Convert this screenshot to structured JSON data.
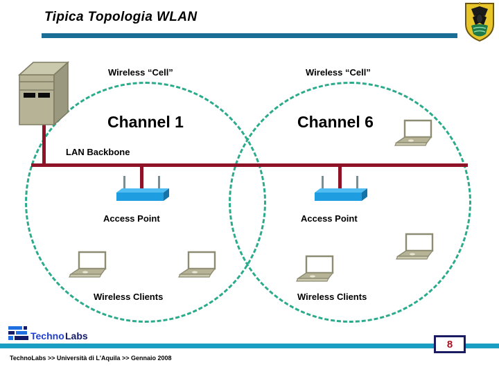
{
  "slide": {
    "title": "Tipica Topologia WLAN",
    "page_number": "8",
    "accent_bar_color": "#1a6d94",
    "footer_bar_color": "#1a9ec4",
    "cell_circle_color": "#2bab8c",
    "wire_color": "#8e1327",
    "access_point_color": "#1e9ee0",
    "page_number_border_color": "#1b1b63",
    "page_number_color": "#aa1122"
  },
  "crest": {
    "icon": "university-crest-icon",
    "alt": "Universita di L'Aquila crest"
  },
  "cells": [
    {
      "id": "left",
      "cell_label": "Wireless “Cell”",
      "channel_label": "Channel 1",
      "access_point_label": "Access Point",
      "clients_label": "Wireless Clients"
    },
    {
      "id": "right",
      "cell_label": "Wireless “Cell”",
      "channel_label": "Channel 6",
      "access_point_label": "Access Point",
      "clients_label": "Wireless Clients"
    }
  ],
  "backbone": {
    "label": "LAN Backbone"
  },
  "devices": {
    "server": "server-icon",
    "access_point": "access-point-icon",
    "laptop": "laptop-icon"
  },
  "footer": {
    "logo_text_1": "Techno",
    "logo_text_2": "Labs",
    "credit": "TechnoLabs  >> Università di L'Aquila >> Gennaio 2008"
  }
}
